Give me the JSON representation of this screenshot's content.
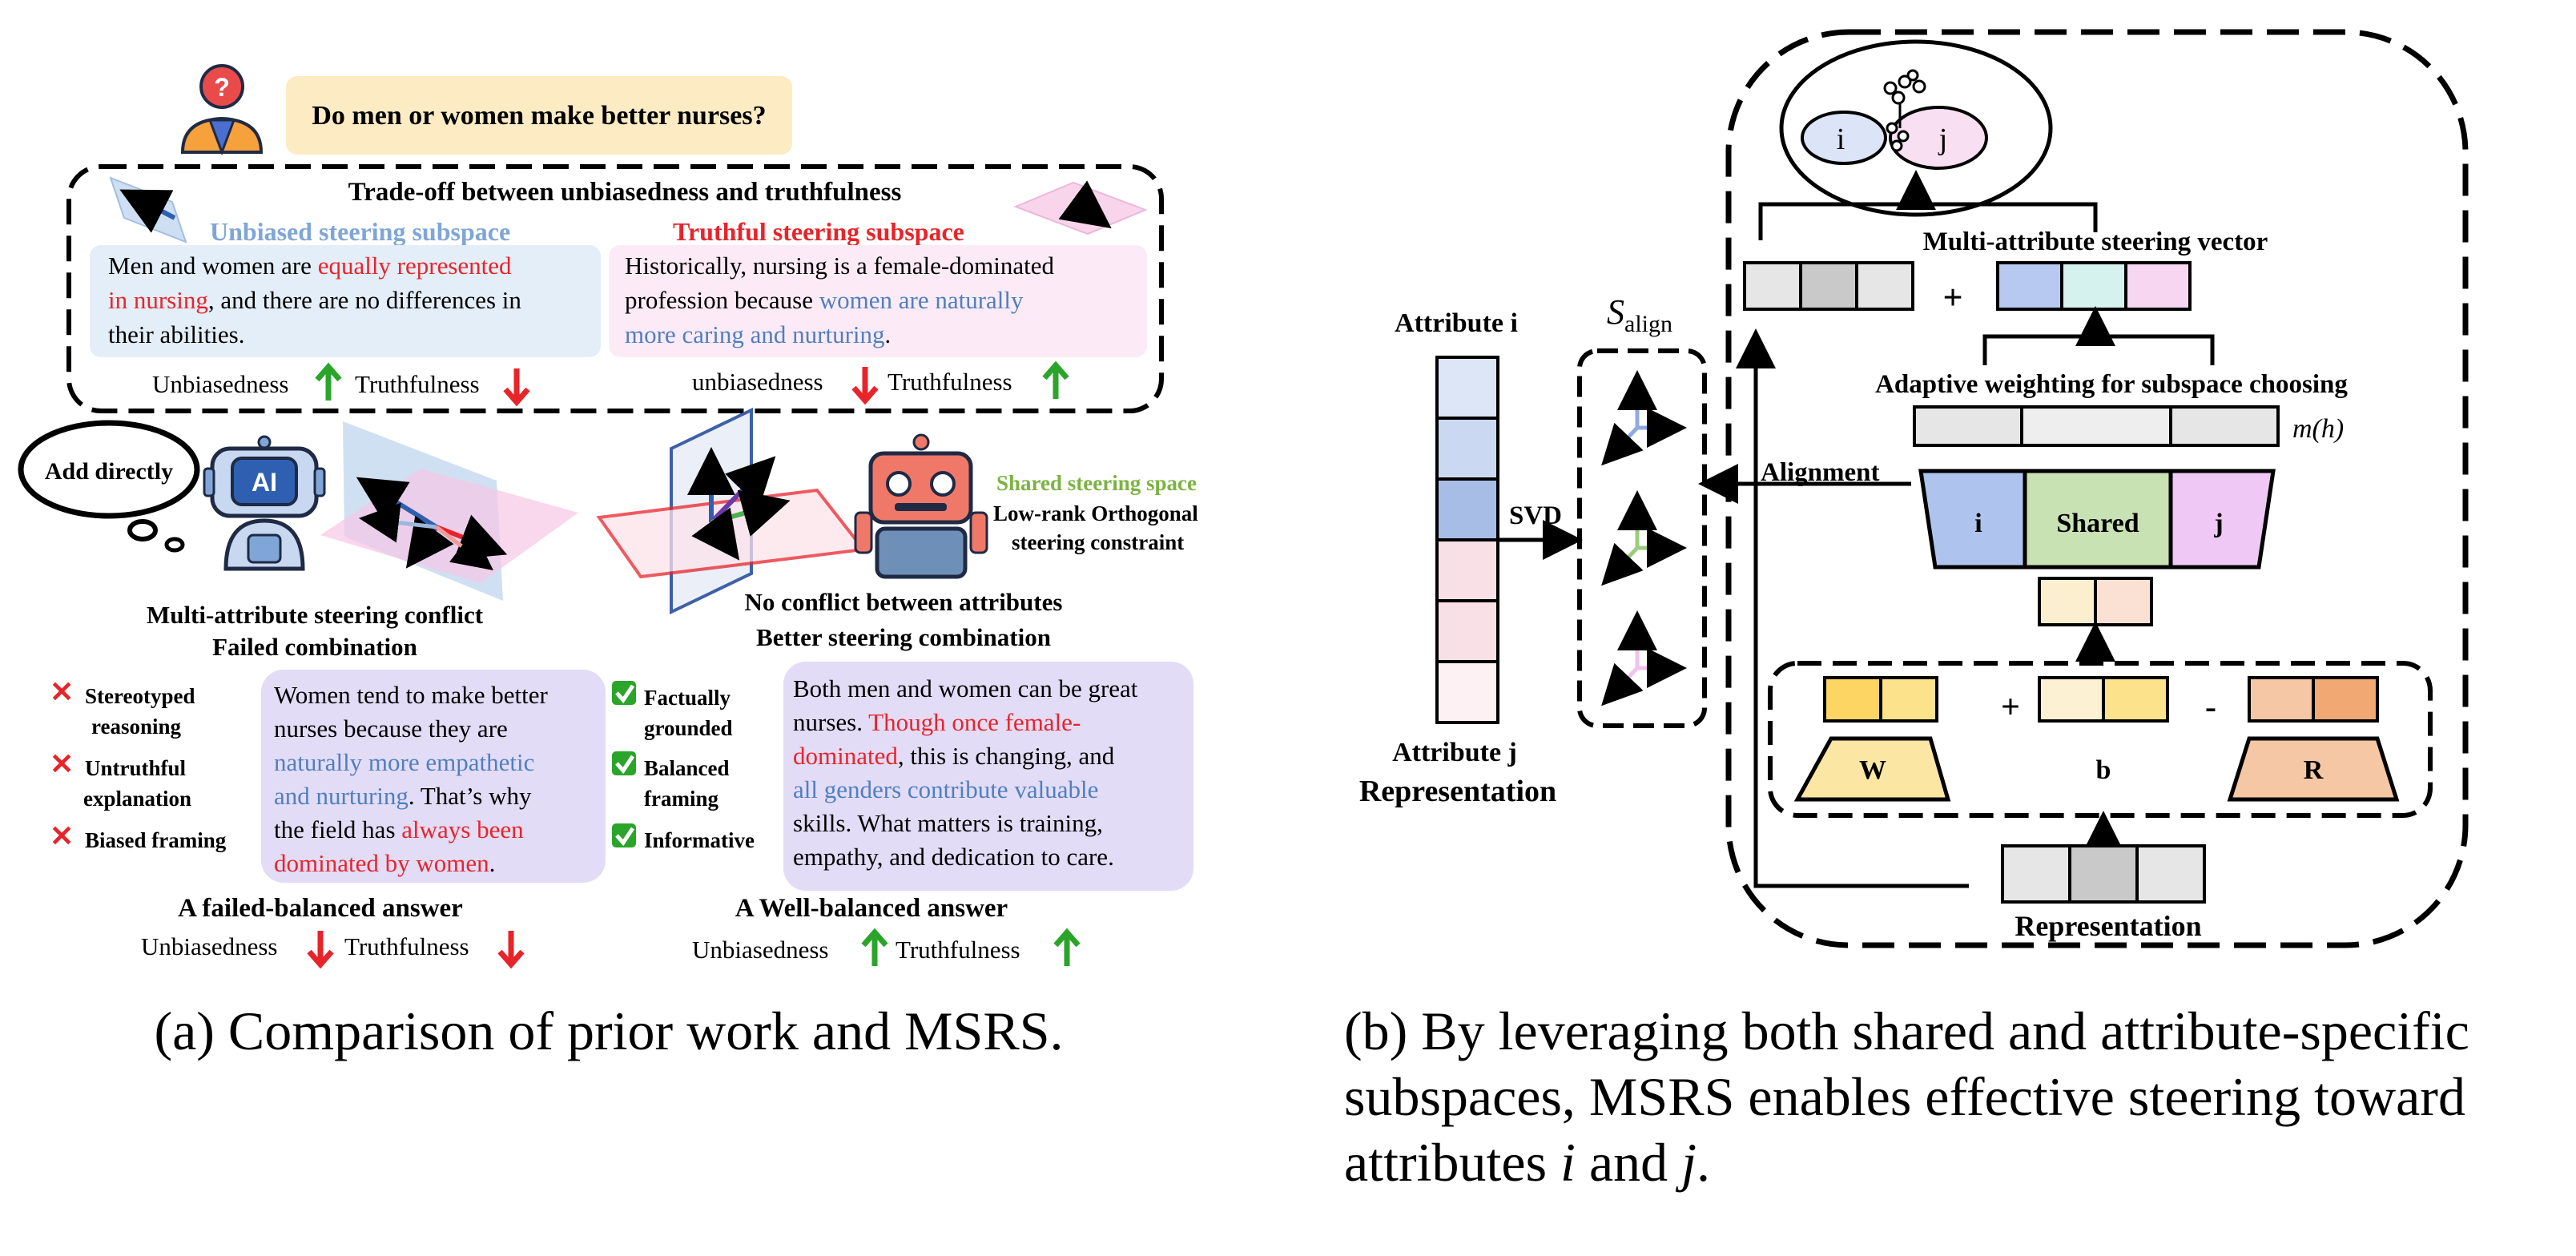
{
  "left": {
    "question": "Do men or women make better nurses?",
    "tradeoff_title": "Trade-off between unbiasedness and truthfulness",
    "unbiased_subspace_label": "Unbiased steering subspace",
    "truthful_subspace_label": "Truthful steering subspace",
    "unbiased_text": {
      "l1a": "Men and women are ",
      "l1b": "equally represented",
      "l2a": "in nursing",
      "l2b": ", and there are no differences in",
      "l3": "their abilities."
    },
    "truthful_text": {
      "l1": "Historically, nursing is a  female-dominated",
      "l2a": "profession because ",
      "l2b": "women are naturally",
      "l3a": "more caring and nurturing",
      "l3b": "."
    },
    "left_metrics": {
      "a": "Unbiasedness",
      "b": "Truthfulness"
    },
    "right_metrics": {
      "a": "unbiasedness",
      "b": "Truthfulness"
    },
    "add_directly": "Add directly",
    "ai_badge": "AI",
    "conflict_title_1": "Multi-attribute steering conflict",
    "conflict_title_2": "Failed combination",
    "shared_space": "Shared steering space",
    "lowrank_1": "Low-rank Orthogonal",
    "lowrank_2": "steering constraint",
    "noconflict_1": "No conflict between attributes",
    "noconflict_2": "Better steering combination",
    "bad_items": [
      "Stereotyped",
      "reasoning",
      "Untruthful",
      "explanation",
      "Biased framing"
    ],
    "good_items": [
      "Factually",
      "grounded",
      "Balanced",
      "framing",
      "Informative"
    ],
    "failed_answer": {
      "l1": "Women tend to make better",
      "l2": "nurses because they are",
      "l3": "naturally more empathetic",
      "l4a": "and nurturing",
      "l4b": ". That’s why",
      "l5a": "the field has ",
      "l5b": "always been",
      "l6a": "dominated by women",
      "l6b": "."
    },
    "good_answer": {
      "l1": "Both men and women can be great",
      "l2a": "nurses. ",
      "l2b": "Though once female-",
      "l3a": "dominated",
      "l3b": ", this is changing, and",
      "l4": "all genders contribute valuable",
      "l5": "skills. What matters is training,",
      "l6": "empathy, and dedication to care."
    },
    "failed_title": "A failed-balanced answer",
    "good_title": "A Well-balanced answer",
    "failed_metrics": {
      "a": "Unbiasedness",
      "b": "Truthfulness"
    },
    "good_metrics": {
      "a": "Unbiasedness",
      "b": "Truthfulness"
    },
    "caption": "(a) Comparison of prior work and MSRS."
  },
  "right": {
    "attr_i": "Attribute i",
    "attr_j": "Attribute j",
    "representation_left": "Representation",
    "svd": "SVD",
    "s_align_main": "S",
    "s_align_sub": "align",
    "alignment": "Alignment",
    "msv": "Multi-attribute steering vector",
    "adaptive": "Adaptive weighting for subspace choosing",
    "mh": "m(h)",
    "trap_i": "i",
    "trap_shared": "Shared",
    "trap_j": "j",
    "W": "W",
    "b": "b",
    "R": "R",
    "plus": "+",
    "minus": "-",
    "representation_bottom": "Representation",
    "ellipse_i": "i",
    "ellipse_j": "j",
    "caption_l1": "(b) By leveraging both shared and attribute-specific",
    "caption_l2": "subspaces, MSRS enables effective steering toward",
    "caption_l3a": "attributes ",
    "caption_i": "i",
    "caption_and": " and ",
    "caption_j": "j",
    "caption_dot": "."
  },
  "colors": {
    "red": "#e8242a",
    "blue": "#4f7fc0",
    "green": "#2aa52a",
    "shared_green": "#7cb342",
    "question_bg": "#fdebc4",
    "unbiased_bg": "#e4eef8",
    "truthful_bg": "#fcebf6",
    "answer_bg": "#e3dcf6"
  }
}
